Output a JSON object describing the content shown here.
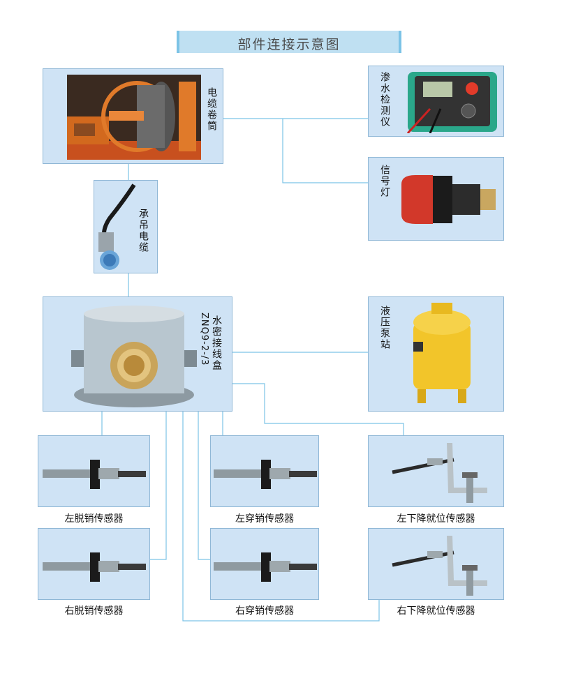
{
  "title": "部件连接示意图",
  "components": {
    "cable_drum": "电缆卷筒",
    "leak_detector": "渗水检测仪",
    "signal_light": "信号灯",
    "support_cable": "承吊电缆",
    "junction_box": "水密接线盒",
    "junction_box_model": "ZNQ9-2-/3",
    "hydraulic_pump": "液压泵站"
  },
  "sensors": [
    "左脱销传感器",
    "左穿销传感器",
    "左下降就位传感器",
    "右脱销传感器",
    "右穿销传感器",
    "右下降就位传感器"
  ],
  "colors": {
    "box_fill": "#cfe3f5",
    "wire": "#7cc3e6",
    "title_fill": "#bfe0f2"
  }
}
